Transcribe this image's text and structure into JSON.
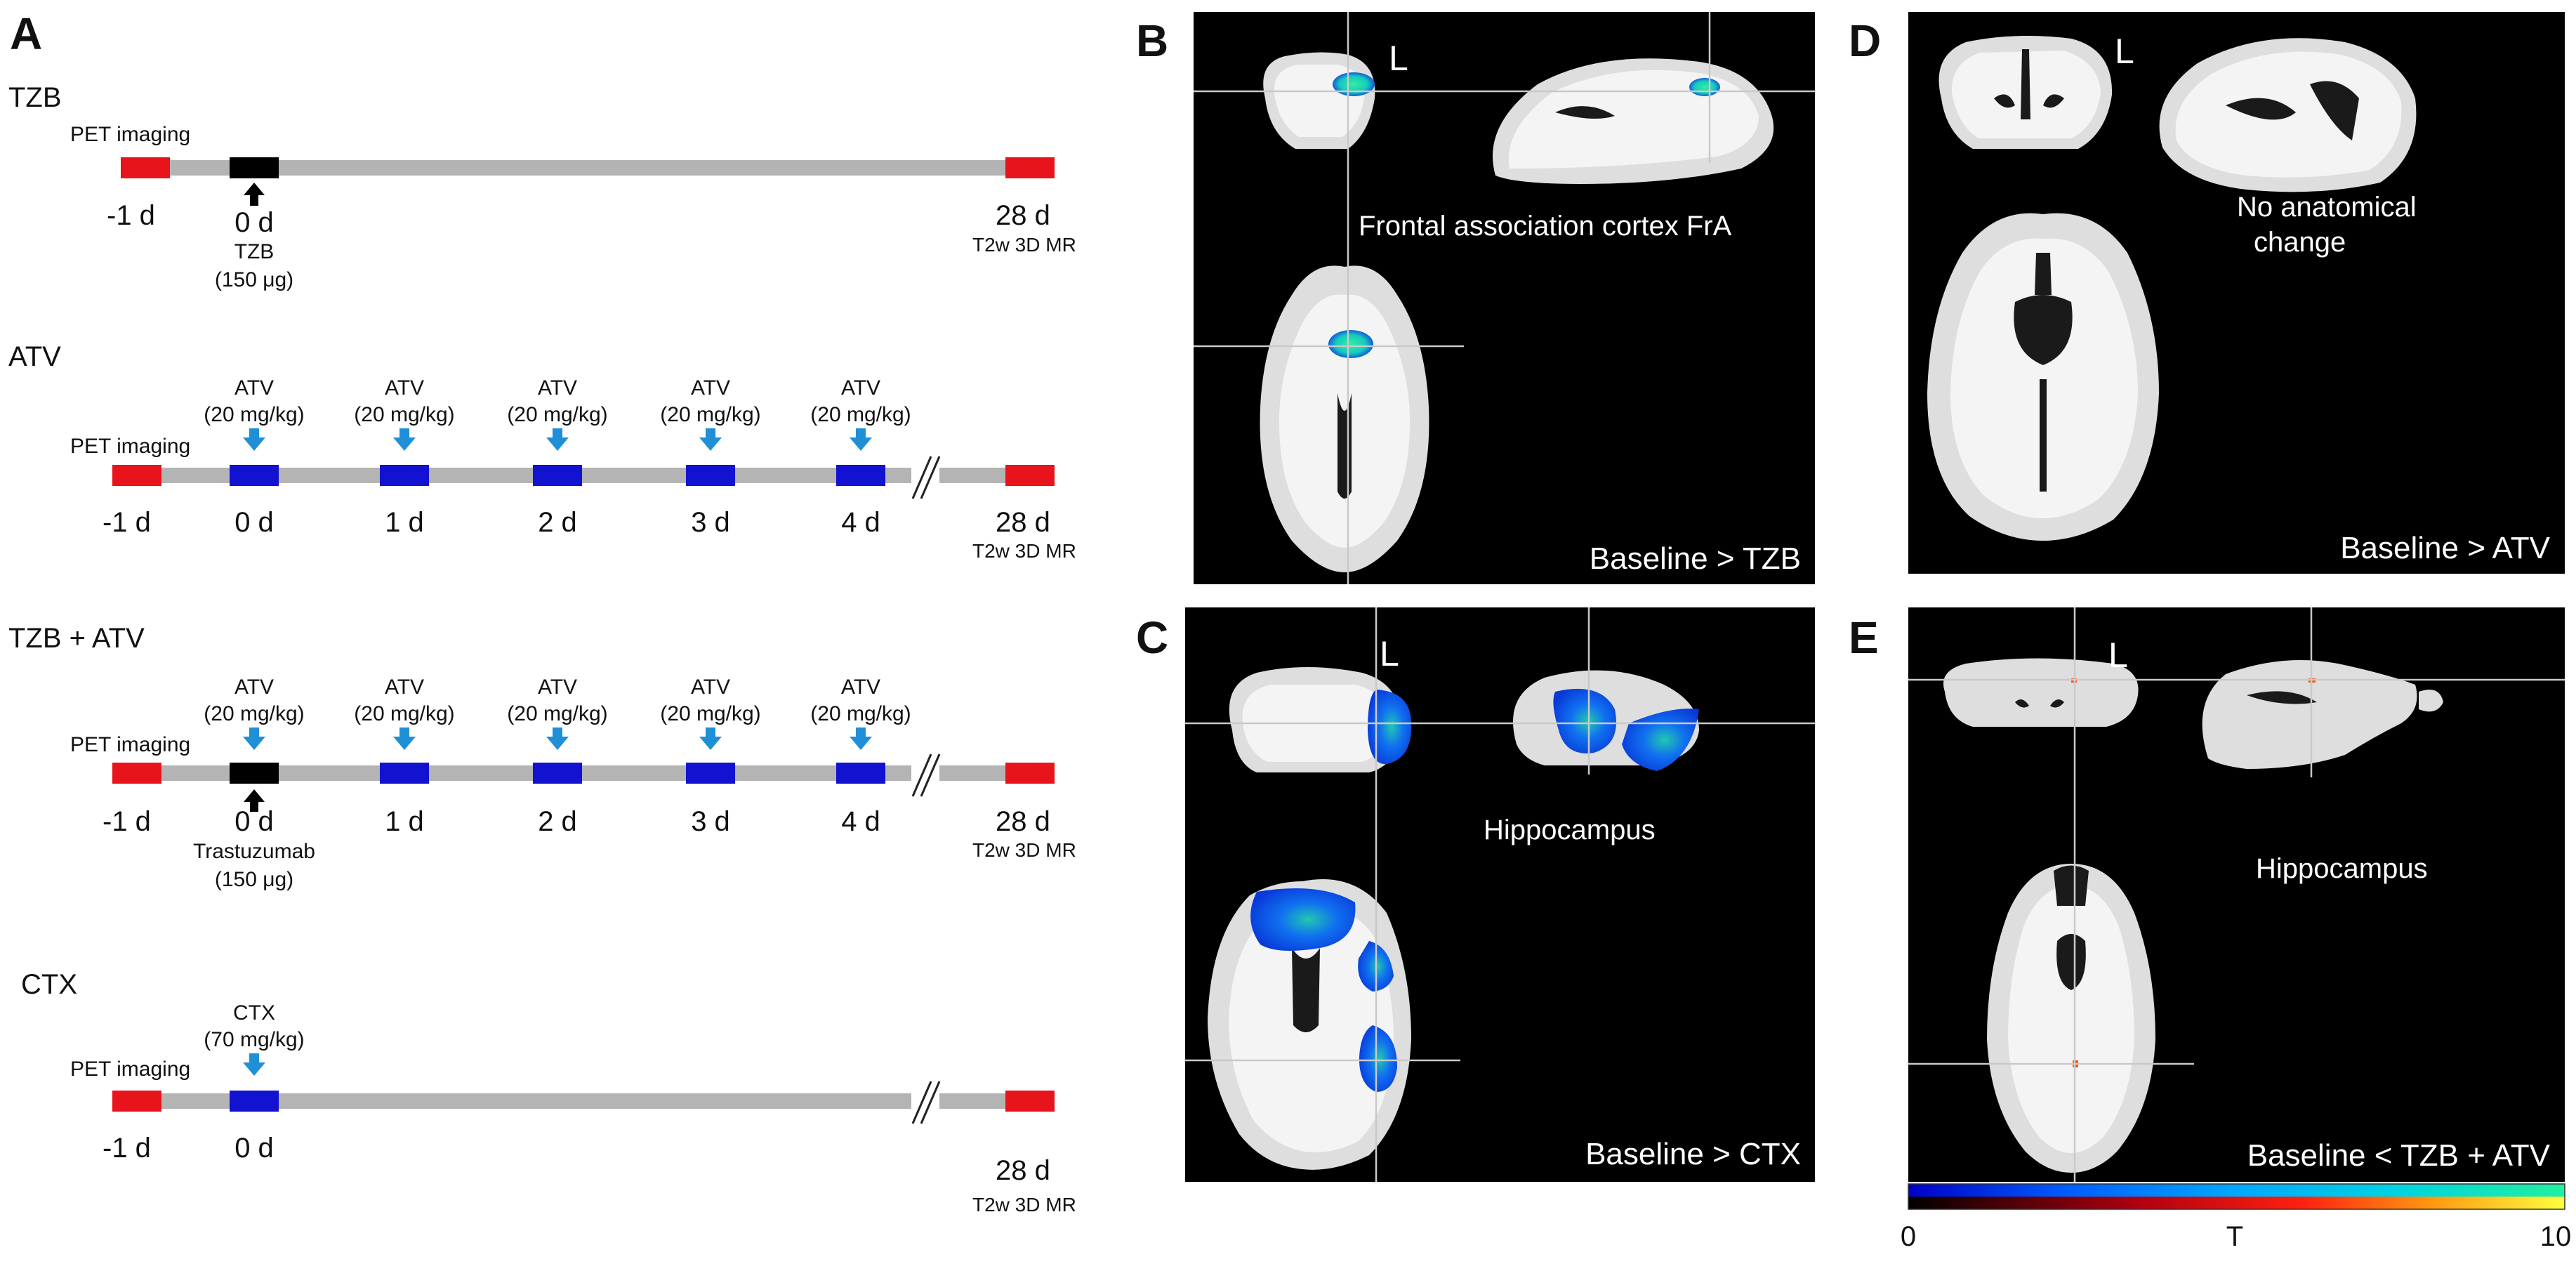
{
  "panel_a": {
    "letter": "A",
    "pet_label": "PET imaging",
    "day_minus1": "-1 d",
    "day_28": "28 d",
    "mr_label": "T2w 3D MR",
    "tzb": {
      "name": "TZB",
      "day0": "0 d",
      "drug": "TZB",
      "dose": "(150 μg)"
    },
    "atv": {
      "name": "ATV",
      "drug": "ATV",
      "dose": "(20 mg/kg)",
      "days": [
        "0 d",
        "1 d",
        "2 d",
        "3 d",
        "4 d"
      ]
    },
    "tzb_atv": {
      "name": "TZB + ATV",
      "drug": "ATV",
      "dose": "(20 mg/kg)",
      "days": [
        "0 d",
        "1 d",
        "2 d",
        "3 d",
        "4 d"
      ],
      "extra_drug": "Trastuzumab",
      "extra_dose": "(150 μg)"
    },
    "ctx": {
      "name": "CTX",
      "day0": "0 d",
      "drug": "CTX",
      "dose": "(70 mg/kg)"
    }
  },
  "panel_b": {
    "letter": "B",
    "orientation": "L",
    "region": "Frontal association cortex FrA",
    "contrast": "Baseline > TZB"
  },
  "panel_c": {
    "letter": "C",
    "orientation": "L",
    "region": "Hippocampus",
    "contrast": "Baseline > CTX"
  },
  "panel_d": {
    "letter": "D",
    "orientation": "L",
    "region_line1": "No anatomical",
    "region_line2": "change",
    "contrast": "Baseline > ATV"
  },
  "panel_e": {
    "letter": "E",
    "orientation": "L",
    "region": "Hippocampus",
    "contrast": "Baseline < TZB + ATV"
  },
  "colorbar": {
    "min": "0",
    "label": "T",
    "max": "10"
  },
  "colors": {
    "pet_red": "#e8141c",
    "drug_blue": "#1212d0",
    "drug_black": "#000000",
    "arrow_blue": "#1f8fd8",
    "timeline_gray": "#b4b4b4"
  }
}
